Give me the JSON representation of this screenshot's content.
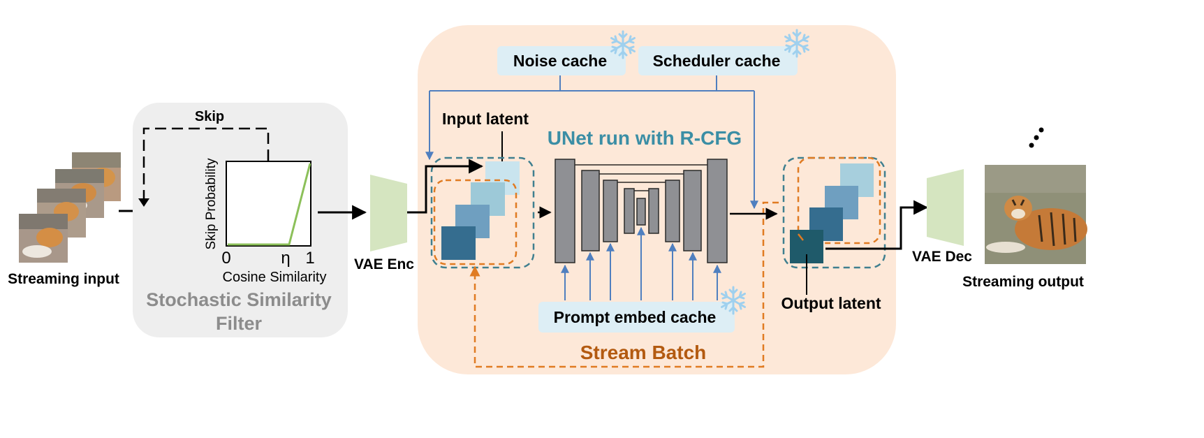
{
  "labels": {
    "streaming_input": "Streaming input",
    "skip": "Skip",
    "skip_probability": "Skip Probability",
    "cosine_similarity": "Cosine Similarity",
    "tick_0": "0",
    "tick_eta": "η",
    "tick_1": "1",
    "filter_line1": "Stochastic Similarity",
    "filter_line2": "Filter",
    "vae_enc": "VAE Enc",
    "noise_cache": "Noise cache",
    "scheduler_cache": "Scheduler cache",
    "input_latent": "Input latent",
    "unet_title": "UNet run with R-CFG",
    "prompt_embed_cache": "Prompt embed cache",
    "stream_batch": "Stream Batch",
    "output_latent": "Output latent",
    "vae_dec": "VAE Dec",
    "streaming_output": "Streaming output"
  },
  "colors": {
    "filter_bg": "#eeeeee",
    "filter_text": "#8c8c8c",
    "stream_bg": "#fde8d8",
    "cache_bg": "#ddeef5",
    "vae_fill": "#d5e5c0",
    "unet_block": "#8f9094",
    "teal_dash": "#3f7f8f",
    "orange_dash": "#e07b22",
    "stream_batch_text": "#b35a10",
    "unet_title_text": "#3b8ea5",
    "blue_arrow": "#4f7fbf",
    "plot_line": "#8cc05a",
    "snowflake": "#9fd0ee",
    "latent_1": "#c9e4ee",
    "latent_2": "#9dc9d8",
    "latent_3": "#6f9fc0",
    "latent_4": "#356d8f",
    "latent_out": "#1f5a6a"
  },
  "icons": {
    "cache_marker": "snowflake-icon",
    "ellipsis": "ellipsis-icon"
  }
}
